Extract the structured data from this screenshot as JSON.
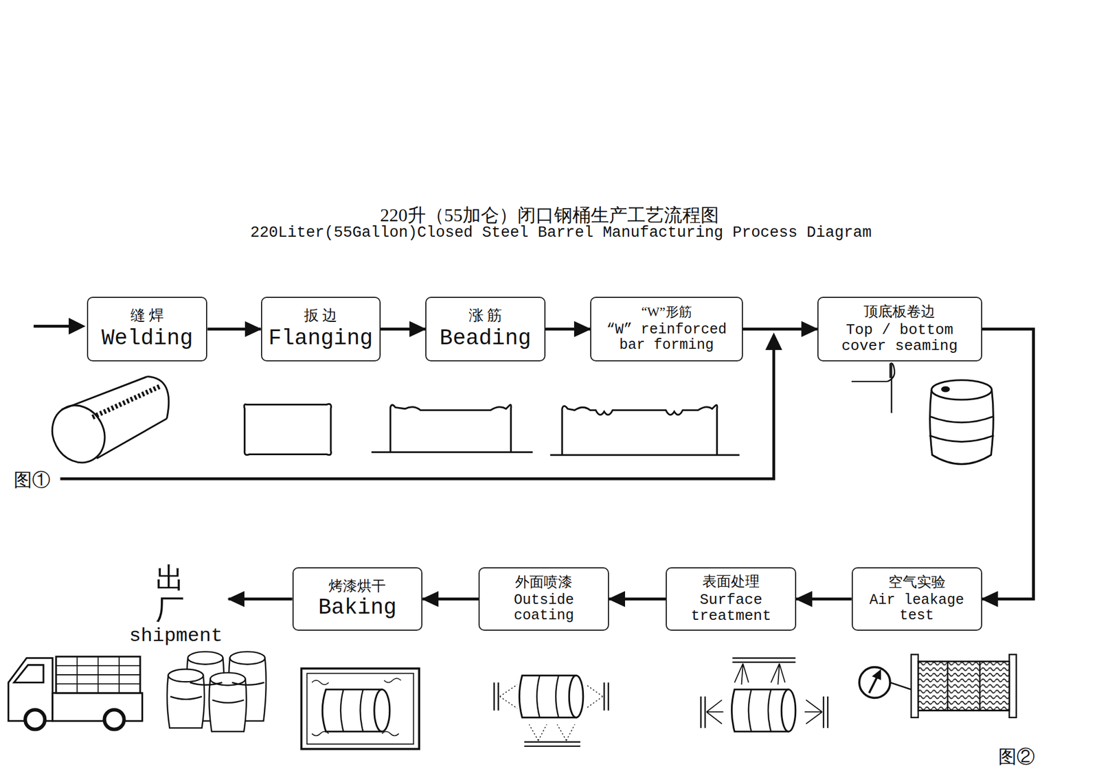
{
  "diagram": {
    "title": "220升（55加仑）闭口钢桶生产工艺流程图",
    "nodes": [
      {
        "text": [
          "缝 焊",
          "Welding"
        ]
      },
      {
        "text": [
          "扳 边",
          "Flanging"
        ]
      },
      {
        "text": [
          "涨 筋",
          "Beading"
        ]
      },
      {
        "text": [
          "“W”形筋",
          "“W” reinforced bar forming"
        ]
      },
      {
        "text": [
          "顶底板卷边",
          "Top / bottom cover seaming"
        ]
      },
      {
        "text": [
          "空气实验",
          "Air leakage test"
        ]
      },
      {
        "text": [
          "表面处理",
          "Surface treatment"
        ]
      },
      {
        "text": [
          "外面喷漆",
          "Outside coating"
        ]
      },
      {
        "text": [
          "烤漆烘干",
          "Baking"
        ]
      },
      {
        "text": [
          "出 厂",
          "shipment"
        ]
      }
    ],
    "edges": [
      {
        "from": 0,
        "to": 1,
        "arrow": "to"
      },
      {
        "from": 1,
        "to": 2,
        "arrow": "to"
      },
      {
        "from": 2,
        "to": 3,
        "arrow": "to"
      },
      {
        "from": 3,
        "to": 4,
        "arrow": "to"
      },
      {
        "from": 4,
        "to": 5,
        "arrow": "to"
      },
      {
        "from": 5,
        "to": 6,
        "arrow": "to"
      },
      {
        "from": 6,
        "to": 7,
        "arrow": "to"
      },
      {
        "from": 7,
        "to": 8,
        "arrow": "to"
      },
      {
        "from": 8,
        "to": 9,
        "arrow": "to"
      }
    ],
    "labels": [
      "220Liter(55Gallon)Closed Steel Barrel Manufacturing Process Diagram",
      "图①",
      "图②"
    ]
  }
}
